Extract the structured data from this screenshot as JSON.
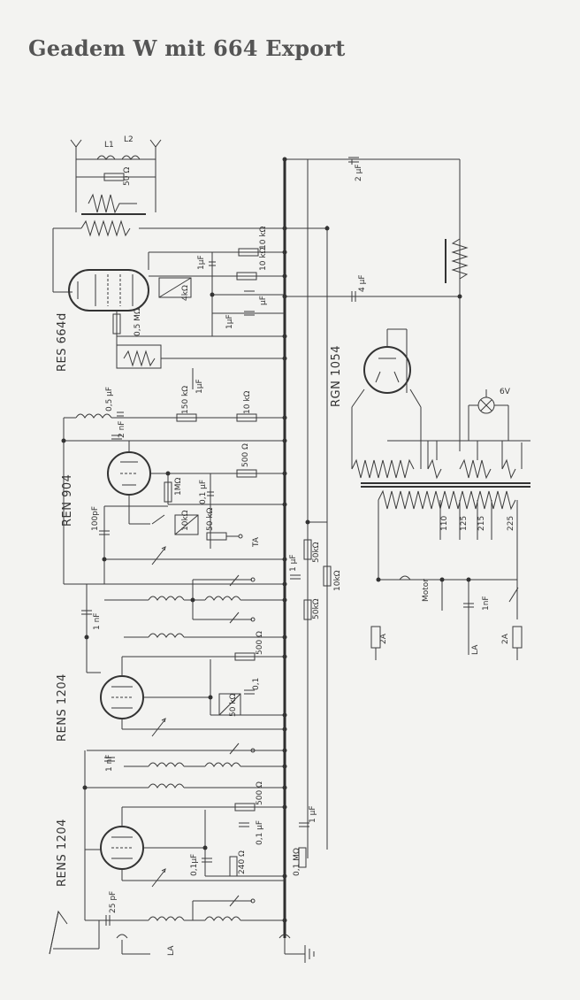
{
  "title": "Geadem W mit 664 Export",
  "tubes": [
    "RES 664d",
    "REN 904",
    "RENS 1204",
    "RENS 1204",
    "RGN 1054"
  ],
  "component_labels": {
    "L1": "L1",
    "L2": "L2",
    "r50": "50 Ω",
    "r10k_a": "10 kΩ",
    "r10k_b": "10 kΩ",
    "c1uf_a": "1μF",
    "c1uf_b": "1μF",
    "r4k": "4kΩ",
    "c_uf_b": "μF",
    "r03m": "0,5 MΩ",
    "c1uf_c": "1μF",
    "c4uf": "4 μF",
    "c2uf": "2 μF",
    "c1uf_d": "1 μF",
    "r150k": "150 kΩ",
    "r10k_c": "10 kΩ",
    "c05": "0,5 μF",
    "c2nf": "2 nF",
    "r500a": "500 Ω",
    "r1m": "1MΩ",
    "c01uf": "0,1 μF",
    "r10k_d": "10kΩ",
    "r50k": "50 kΩ",
    "c100pf": "100pF",
    "ta": "TA",
    "c1nf": "1 nF",
    "r500b": "500 Ω",
    "r50k2": "50 kΩ",
    "c01": "0,1",
    "c1nf_b": "1 nF",
    "r500c": "500 Ω",
    "c01b": "0,1 μF",
    "c01uf_b": "0,1μF",
    "r240": "240 Ω",
    "r01m": "0,1 MΩ",
    "c1uf_e": "1 μF",
    "c25pf": "25 pF",
    "la": "LA",
    "r50ka": "50kΩ",
    "r10ka": "10kΩ",
    "r50kb": "50kΩ",
    "c1uf_f": "1 μF",
    "v110": "110",
    "v125": "125",
    "v215": "215",
    "v225": "225",
    "motor": "Motor",
    "c1nf_m": "1nF",
    "la2": "LA",
    "f2a_a": "2A",
    "f2a_b": "2A",
    "lamp": "6V"
  },
  "colors": {
    "background": "#f3f3f1",
    "ink": "#333333"
  }
}
